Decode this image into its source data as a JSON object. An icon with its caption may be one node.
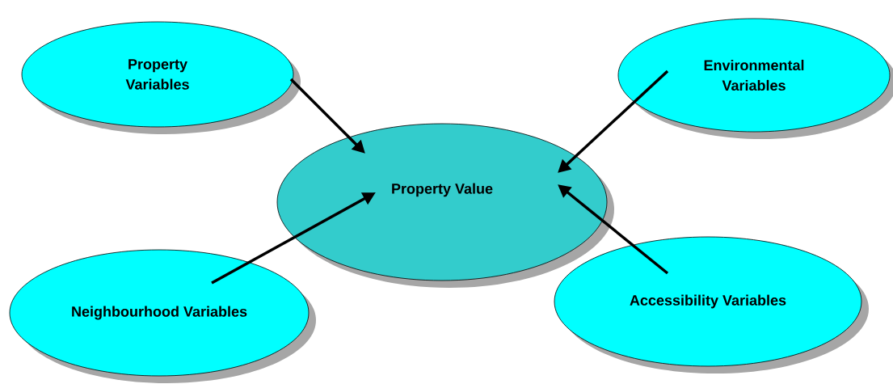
{
  "diagram": {
    "nodes": [
      {
        "text": [
          "Property Variables"
        ]
      },
      {
        "text": [
          "Environmental Variables"
        ]
      },
      {
        "text": [
          "Property Value"
        ]
      },
      {
        "text": [
          "Neighbourhood Variables"
        ]
      },
      {
        "text": [
          "Accessibility Variables"
        ]
      }
    ],
    "edges": [
      {
        "from": 0,
        "to": 2,
        "arrow": "to"
      },
      {
        "from": 1,
        "to": 2,
        "arrow": "to"
      },
      {
        "from": 3,
        "to": 2,
        "arrow": "to"
      },
      {
        "from": 4,
        "to": 2,
        "arrow": "to"
      }
    ]
  }
}
